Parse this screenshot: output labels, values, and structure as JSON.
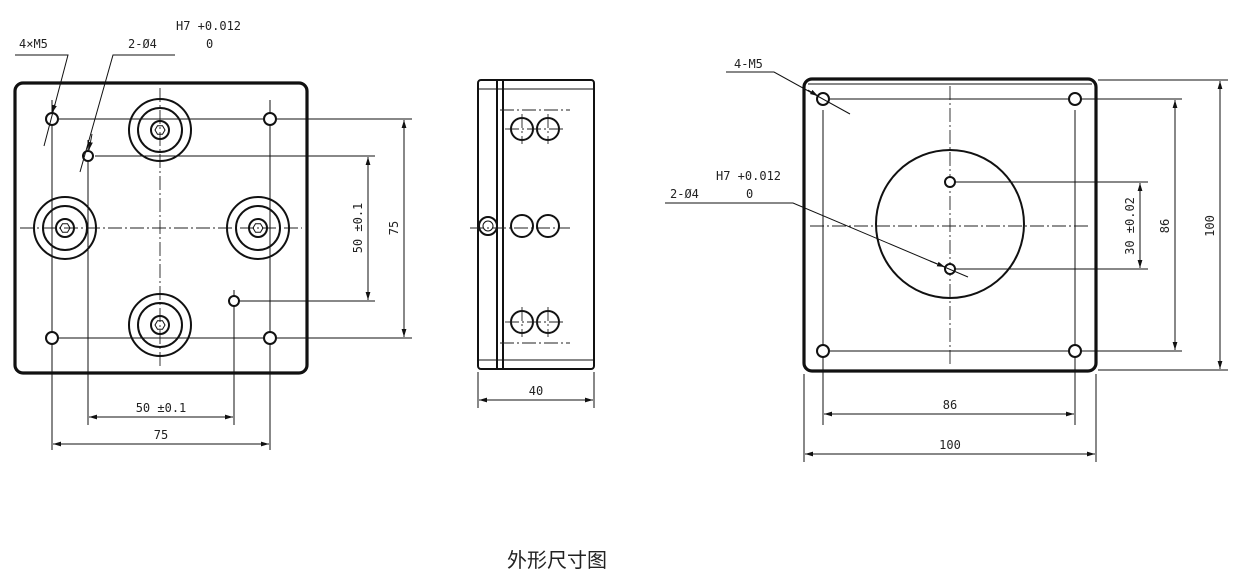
{
  "caption": "外形尺寸图",
  "front_view": {
    "callout_m5": "4×M5",
    "callout_pin": "2-Ø4",
    "tol_upper": "H7 +0.012",
    "tol_lower": "0",
    "dim_pin_spacing_v": "50 ±0.1",
    "dim_hole_spacing_v": "75",
    "dim_pin_spacing_h": "50 ±0.1",
    "dim_hole_spacing_h": "75"
  },
  "side_view": {
    "dim_thickness": "40"
  },
  "rear_view": {
    "callout_m5": "4-M5",
    "callout_pin": "2-Ø4",
    "tol_upper": "H7 +0.012",
    "tol_lower": "0",
    "dim_pin_spacing_v": "30 ±0.02",
    "dim_hole_spacing_v": "86",
    "dim_overall_v": "100",
    "dim_hole_spacing_h": "86",
    "dim_overall_h": "100"
  },
  "colors": {
    "line": "#111111",
    "background": "#ffffff"
  }
}
